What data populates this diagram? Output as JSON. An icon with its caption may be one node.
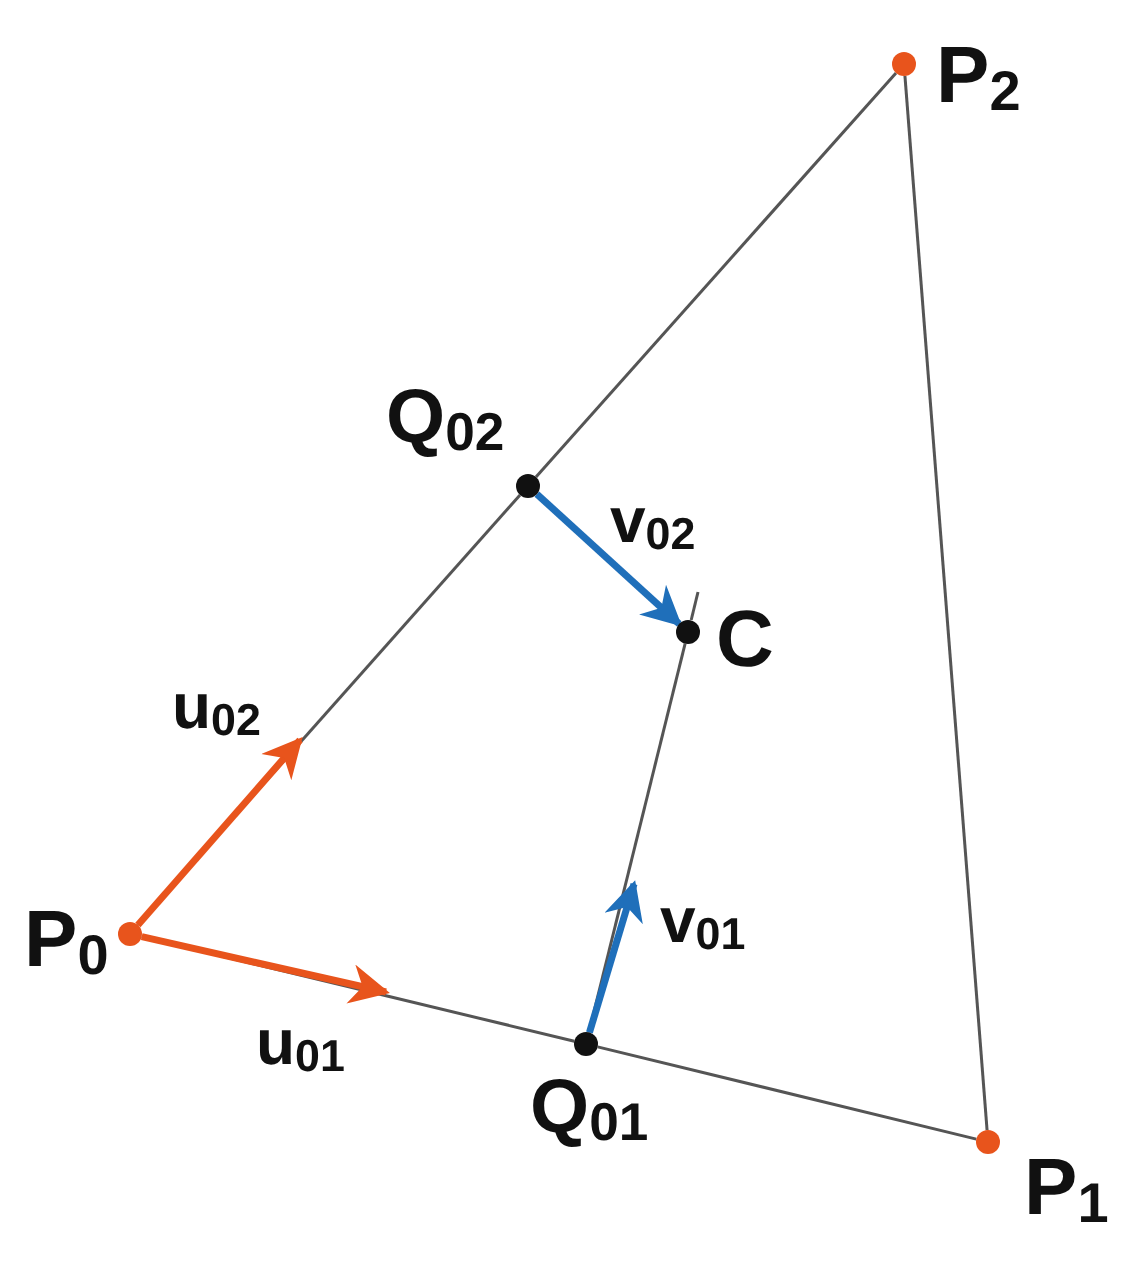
{
  "diagram": {
    "nodes": [
      {
        "text": [],
        "shape": "circle",
        "beside": [
          "P$_{2}$"
        ]
      },
      {
        "text": [],
        "shape": "circle",
        "beside": [
          "Q$_{02}$"
        ]
      },
      {
        "text": [],
        "shape": "circle",
        "beside": [
          "C"
        ]
      },
      {
        "text": [],
        "shape": "circle",
        "beside": [
          "P$_{0}$"
        ]
      },
      {
        "text": [],
        "shape": "circle",
        "beside": [
          "Q$_{01}$"
        ]
      },
      {
        "text": [],
        "shape": "circle",
        "beside": [
          "P$_{1}$"
        ]
      }
    ],
    "edges": [
      {
        "from": 3,
        "to": 4,
        "arrow": "none"
      },
      {
        "from": 4,
        "to": 5,
        "arrow": "none"
      },
      {
        "from": 5,
        "to": 0,
        "arrow": "none"
      },
      {
        "from": 0,
        "to": 1,
        "arrow": "none"
      },
      {
        "from": 1,
        "to": 3,
        "arrow": "none"
      },
      {
        "from": 4,
        "to": 2,
        "arrow": "none"
      },
      {
        "from": 1,
        "to": 2,
        "label": "v$_{02}$",
        "arrow": "to",
        "style": "thick",
        "color": "#1f6fba"
      },
      {
        "from": 3,
        "to": null,
        "label": "u$_{02}$",
        "arrow": "to",
        "style": "thick",
        "color": "#e8541c"
      },
      {
        "from": 4,
        "to": null,
        "label": "v$_{01}$",
        "arrow": "to",
        "style": "thick",
        "color": "#1f6fba"
      },
      {
        "from": 3,
        "to": null,
        "label": "u$_{01}$",
        "arrow": "to",
        "style": "thick",
        "color": "#e8541c"
      }
    ]
  }
}
